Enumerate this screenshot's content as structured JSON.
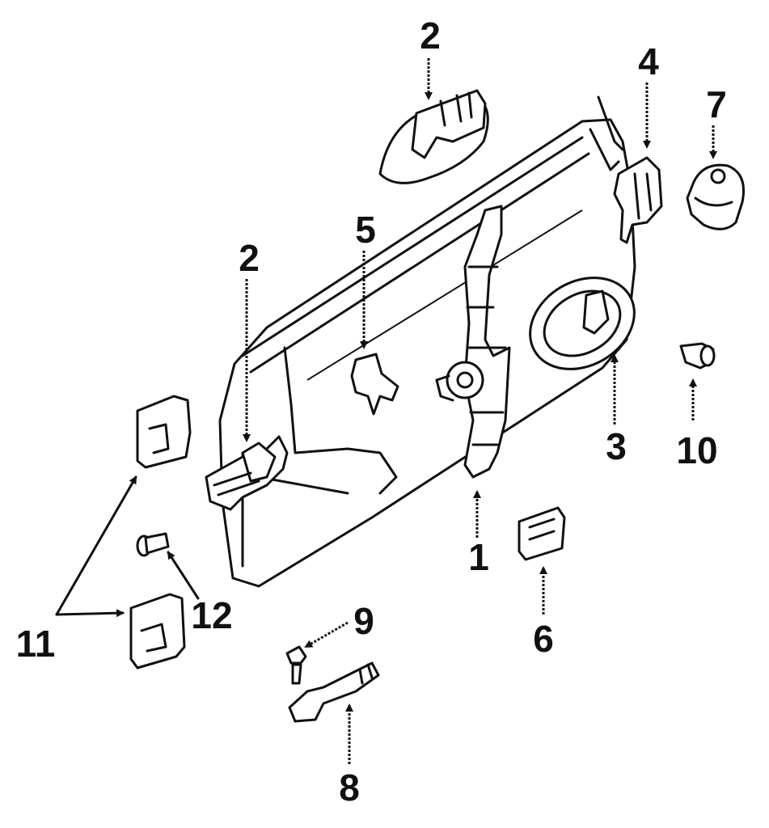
{
  "callouts": {
    "c1": "1",
    "c2a": "2",
    "c2b": "2",
    "c3": "3",
    "c4": "4",
    "c5": "5",
    "c6": "6",
    "c7": "7",
    "c8": "8",
    "c9": "9",
    "c10": "10",
    "c11": "11",
    "c12": "12"
  },
  "colors": {
    "ink": "#111111",
    "paper": "#ffffff"
  }
}
